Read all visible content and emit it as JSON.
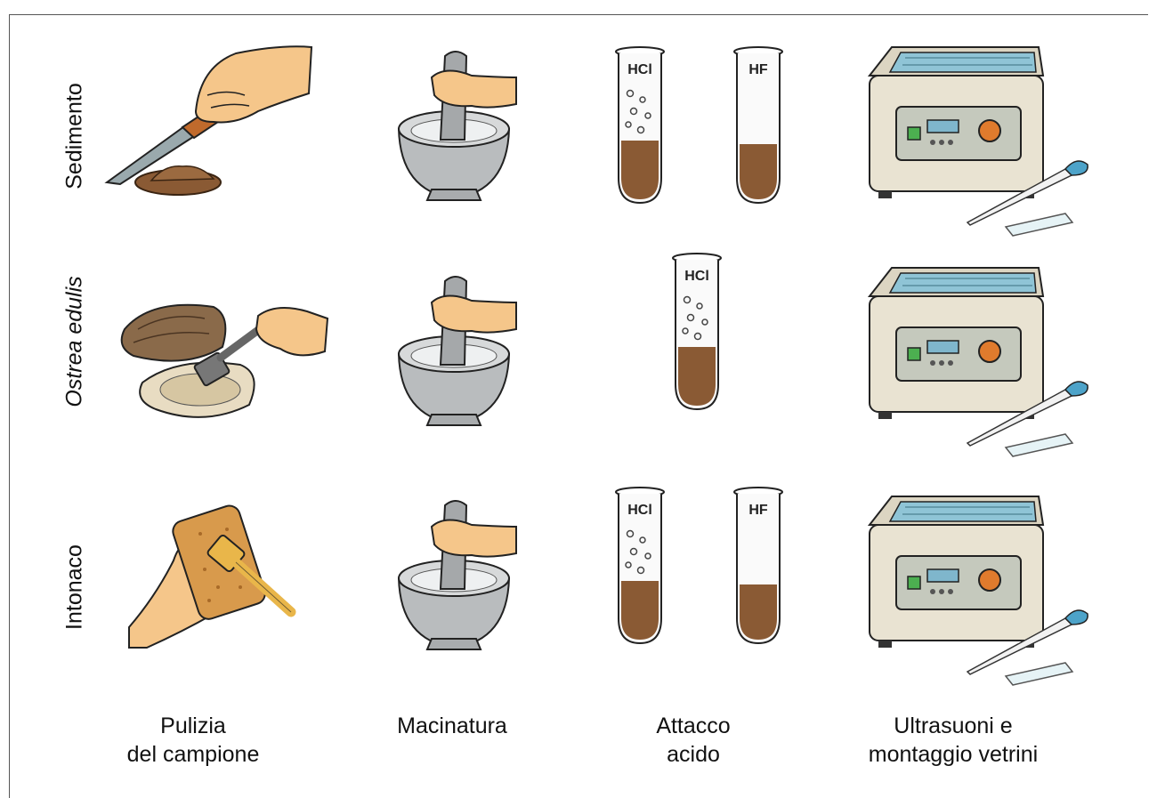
{
  "rows": [
    {
      "label": "Sedimento",
      "italic": false,
      "tubes": [
        {
          "label": "HCl"
        },
        {
          "label": "HF"
        }
      ]
    },
    {
      "label": "Ostrea edulis",
      "italic": true,
      "tubes": [
        {
          "label": "HCl"
        }
      ]
    },
    {
      "label": "Intonaco",
      "italic": false,
      "tubes": [
        {
          "label": "HCl"
        },
        {
          "label": "HF"
        }
      ]
    }
  ],
  "columns": [
    {
      "line1": "Pulizia",
      "line2": "del campione"
    },
    {
      "line1": "Macinatura",
      "line2": ""
    },
    {
      "line1": "Attacco",
      "line2": "acido"
    },
    {
      "line1": "Ultrasuoni e",
      "line2": "montaggio vetrini"
    }
  ],
  "colors": {
    "frame": "#555555",
    "skin": "#f5c68a",
    "sediment": "#8a5a34",
    "mortar": "#b9bcbe",
    "bath_body": "#e9e3d2",
    "bath_water": "#8fc4d6",
    "knob": "#e07b2d",
    "plaster": "#d89a4c"
  }
}
